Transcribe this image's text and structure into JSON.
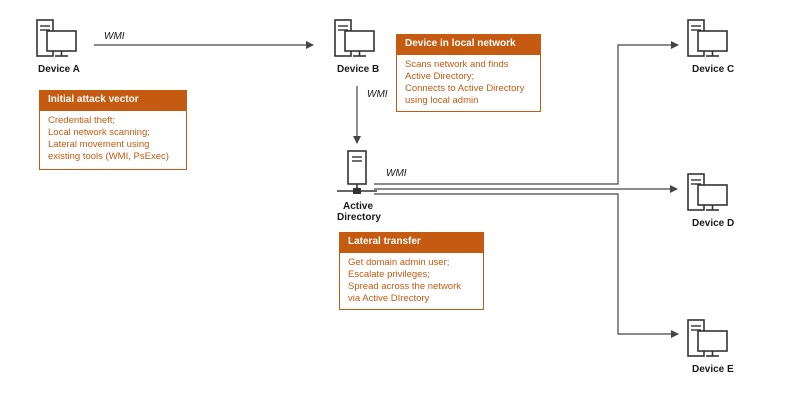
{
  "colors": {
    "accent": "#c55a11",
    "line": "#444444",
    "device": "#333333"
  },
  "devices": {
    "a": {
      "label": "Device A",
      "icon": "computer-icon"
    },
    "b": {
      "label": "Device B",
      "icon": "computer-icon"
    },
    "c": {
      "label": "Device C",
      "icon": "computer-icon"
    },
    "d": {
      "label": "Device D",
      "icon": "computer-icon"
    },
    "e": {
      "label": "Device E",
      "icon": "computer-icon"
    },
    "ad": {
      "label_line1": "Active",
      "label_line2": "Directory",
      "icon": "server-icon"
    }
  },
  "edges": {
    "a_to_b": "WMI",
    "b_to_ad": "WMI",
    "ad_to_devices": "WMI"
  },
  "boxes": {
    "initial": {
      "title": "Initial attack vector",
      "lines": [
        "Credential theft;",
        "Local network scanning;",
        "Lateral movement using",
        "existing tools (WMI, PsExec)"
      ]
    },
    "local": {
      "title": "Device in local network",
      "lines": [
        "Scans network and finds",
        "Active Directory;",
        "Connects to Active Directory",
        "using local admin"
      ]
    },
    "lateral": {
      "title": "Lateral transfer",
      "lines": [
        "Get domain admin user;",
        "Escalate privileges;",
        "Spread across the network",
        "via Active DIrectory"
      ]
    }
  }
}
